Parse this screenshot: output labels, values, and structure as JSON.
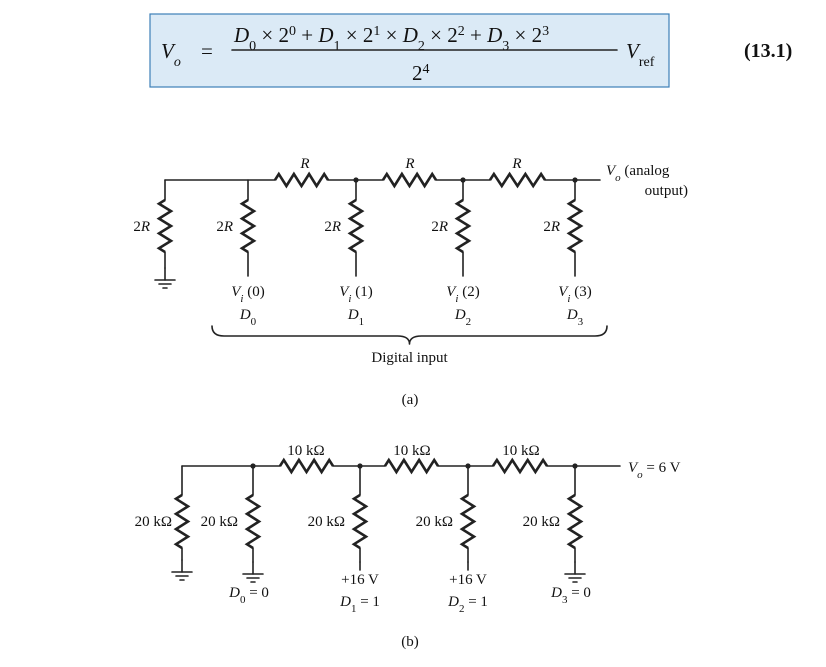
{
  "equation": {
    "lhs": "V",
    "lhs_sub": "o",
    "equals": "=",
    "numerator": [
      {
        "t": "D",
        "it": true
      },
      {
        "t": "0",
        "sub": true
      },
      {
        "t": " × 2"
      },
      {
        "t": "0",
        "sup": true
      },
      {
        "t": " + "
      },
      {
        "t": "D",
        "it": true
      },
      {
        "t": "1",
        "sub": true
      },
      {
        "t": " × 2"
      },
      {
        "t": "1",
        "sup": true
      },
      {
        "t": " × "
      },
      {
        "t": "D",
        "it": true
      },
      {
        "t": "2",
        "sub": true
      },
      {
        "t": " × 2"
      },
      {
        "t": "2",
        "sup": true
      },
      {
        "t": " + "
      },
      {
        "t": "D",
        "it": true
      },
      {
        "t": "3",
        "sub": true
      },
      {
        "t": " × 2"
      },
      {
        "t": "3",
        "sup": true
      }
    ],
    "denominator_base": "2",
    "denominator_exp": "4",
    "vref": "V",
    "vref_sub": "ref",
    "number": "(13.1)"
  },
  "figure_a": {
    "series_r_labels": [
      "R",
      "R",
      "R"
    ],
    "shunt_r_labels": [
      "2R",
      "2R",
      "2R",
      "2R",
      "2R"
    ],
    "output_v": "V",
    "output_sub": "o",
    "output_text_1": " (analog",
    "output_text_2": "output)",
    "inputs": [
      {
        "v": "V",
        "vsub": "i",
        "arg": " (0)",
        "d": "D",
        "dsub": "0"
      },
      {
        "v": "V",
        "vsub": "i",
        "arg": " (1)",
        "d": "D",
        "dsub": "1"
      },
      {
        "v": "V",
        "vsub": "i",
        "arg": " (2)",
        "d": "D",
        "dsub": "2"
      },
      {
        "v": "V",
        "vsub": "i",
        "arg": " (3)",
        "d": "D",
        "dsub": "3"
      }
    ],
    "brace_label": "Digital input",
    "caption": "(a)"
  },
  "figure_b": {
    "series_r_labels": [
      "10 kΩ",
      "10 kΩ",
      "10 kΩ"
    ],
    "shunt_r_labels": [
      "20 kΩ",
      "20 kΩ",
      "20 kΩ",
      "20 kΩ",
      "20 kΩ"
    ],
    "output_v": "V",
    "output_sub": "o",
    "output_value": " = 6 V",
    "inputs": [
      {
        "volt": "",
        "d": "D",
        "dsub": "0",
        "val": " = 0"
      },
      {
        "volt": "+16 V",
        "d": "D",
        "dsub": "1",
        "val": " = 1"
      },
      {
        "volt": "+16 V",
        "d": "D",
        "dsub": "2",
        "val": " = 1"
      },
      {
        "volt": "",
        "d": "D",
        "dsub": "3",
        "val": " = 0"
      }
    ],
    "caption": "(b)"
  }
}
